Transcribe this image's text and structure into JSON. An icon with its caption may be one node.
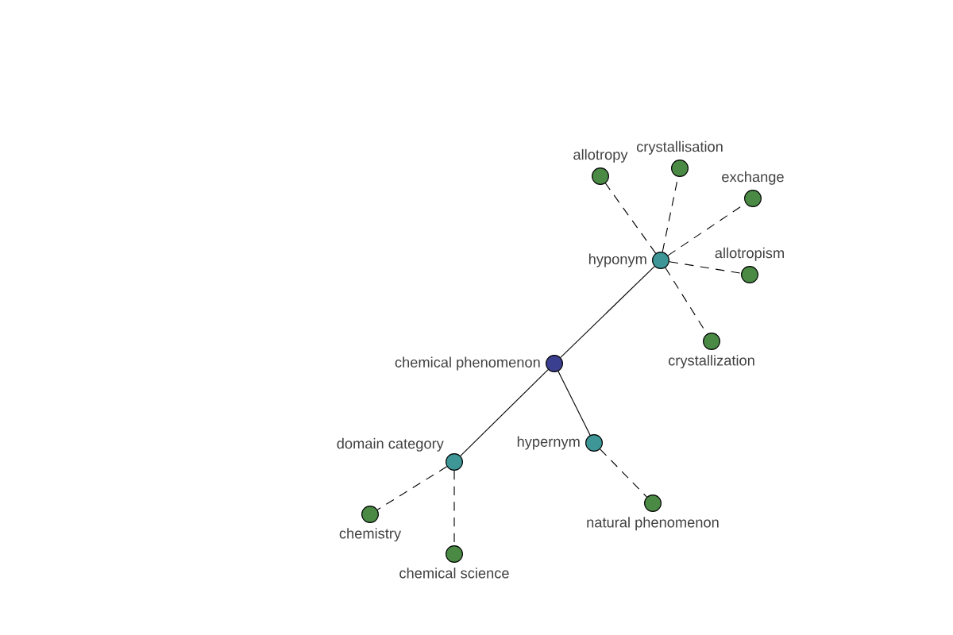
{
  "diagram": {
    "nodes": [
      {
        "text": [
          "chemical phenomenon"
        ]
      },
      {
        "text": [
          "hyponym"
        ]
      },
      {
        "text": [
          "allotropy"
        ]
      },
      {
        "text": [
          "crystallisation"
        ]
      },
      {
        "text": [
          "exchange"
        ]
      },
      {
        "text": [
          "allotropism"
        ]
      },
      {
        "text": [
          "crystallization"
        ]
      },
      {
        "text": [
          "hypernym"
        ]
      },
      {
        "text": [
          "natural phenomenon"
        ]
      },
      {
        "text": [
          "domain category"
        ]
      },
      {
        "text": [
          "chemistry"
        ]
      },
      {
        "text": [
          "chemical science"
        ]
      }
    ],
    "edges": [
      {
        "from": 0,
        "to": 1,
        "arrow": "none"
      },
      {
        "from": 1,
        "to": 2,
        "arrow": "none",
        "style": "dashed"
      },
      {
        "from": 1,
        "to": 3,
        "arrow": "none",
        "style": "dashed"
      },
      {
        "from": 1,
        "to": 4,
        "arrow": "none",
        "style": "dashed"
      },
      {
        "from": 1,
        "to": 5,
        "arrow": "none",
        "style": "dashed"
      },
      {
        "from": 1,
        "to": 6,
        "arrow": "none",
        "style": "dashed"
      },
      {
        "from": 0,
        "to": 7,
        "arrow": "none"
      },
      {
        "from": 7,
        "to": 8,
        "arrow": "none",
        "style": "dashed"
      },
      {
        "from": 0,
        "to": 9,
        "arrow": "none"
      },
      {
        "from": 9,
        "to": 10,
        "arrow": "none",
        "style": "dashed"
      },
      {
        "from": 9,
        "to": 11,
        "arrow": "none",
        "style": "dashed"
      }
    ]
  }
}
